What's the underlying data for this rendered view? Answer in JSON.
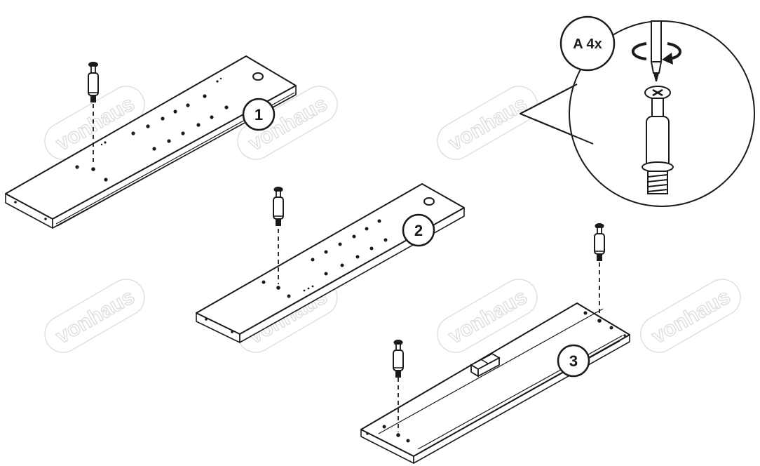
{
  "watermark": {
    "brand": "vonhaus"
  },
  "callout": {
    "label": "A 4x"
  },
  "steps": [
    {
      "number": "1"
    },
    {
      "number": "2"
    },
    {
      "number": "3"
    }
  ]
}
